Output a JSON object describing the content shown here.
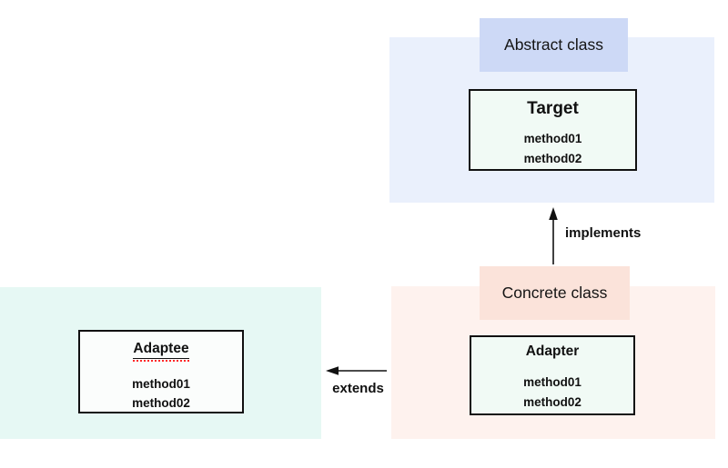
{
  "labels": {
    "abstract": "Abstract class",
    "concrete": "Concrete class",
    "implements": "implements",
    "extends": "extends"
  },
  "classes": {
    "target": {
      "title": "Target",
      "methods": [
        "method01",
        "method02"
      ]
    },
    "adapter": {
      "title": "Adapter",
      "methods": [
        "method01",
        "method02"
      ]
    },
    "adaptee": {
      "title": "Adaptee",
      "methods": [
        "method01",
        "method02"
      ]
    }
  },
  "colors": {
    "abstract_label_bg": "#cdd9f6",
    "abstract_region_bg": "#eaf0fc",
    "concrete_label_bg": "#fbe3da",
    "concrete_region_bg": "#fef2ee",
    "adaptee_region_bg": "#e6f8f4",
    "class_box_bg": "#f1faf5",
    "adaptee_box_bg": "#fbfdfc",
    "box_border": "#111111",
    "arrow_color": "#111111",
    "spellcheck_underline": "#ff2a2a"
  }
}
